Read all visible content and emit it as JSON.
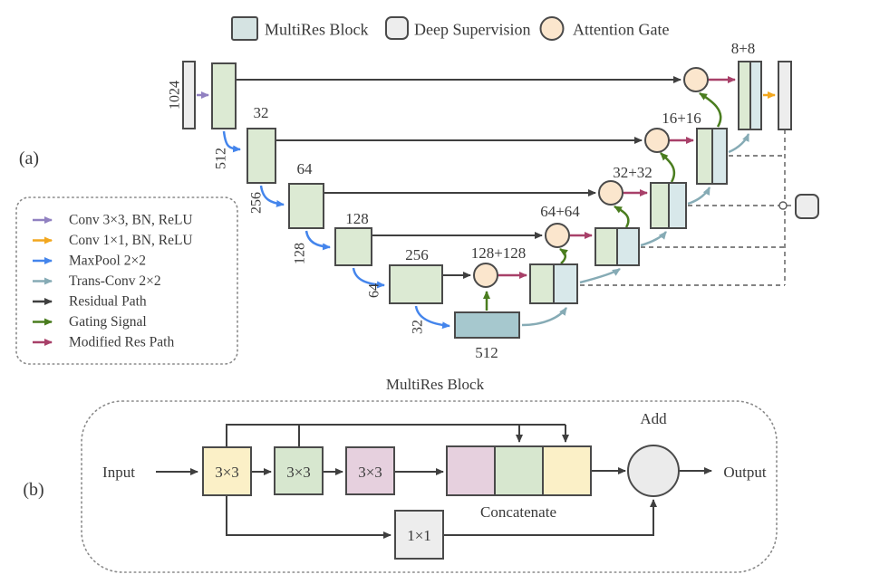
{
  "panel_a_label": "(a)",
  "panel_b_label": "(b)",
  "top_legend": {
    "multires_block": "MultiRes Block",
    "deep_supervision": "Deep Supervision",
    "attention_gate": "Attention Gate"
  },
  "arrow_legend": {
    "items": [
      {
        "label": "Conv 3×3, BN, ReLU",
        "color": "#9181c1"
      },
      {
        "label": "Conv 1×1, BN, ReLU",
        "color": "#f2a71f"
      },
      {
        "label": "MaxPool 2×2",
        "color": "#4485ec"
      },
      {
        "label": "Trans-Conv 2×2",
        "color": "#86abb5"
      },
      {
        "label": "Residual Path",
        "color": "#3f3f3f"
      },
      {
        "label": "Gating Signal",
        "color": "#4a7d1f"
      },
      {
        "label": "Modified Res Path",
        "color": "#a84069"
      }
    ]
  },
  "unet": {
    "input_label": "1024",
    "encoder_labels": [
      "32",
      "64",
      "128",
      "256"
    ],
    "pool_labels": [
      "512",
      "256",
      "128",
      "64",
      "32"
    ],
    "bottleneck_label": "512",
    "gate_labels": [
      "128+128",
      "64+64",
      "32+32",
      "16+16",
      "8+8"
    ]
  },
  "block_b": {
    "title": "MultiRes Block",
    "input": "Input",
    "output": "Output",
    "conv3_labels": [
      "3×3",
      "3×3",
      "3×3"
    ],
    "conv1_label": "1×1",
    "concatenate": "Concatenate",
    "add": "Add"
  },
  "colors": {
    "multires_swatch": "#d5e3e2",
    "encoder_block": "#dcead3",
    "decoder_skip_half": "#dcead3",
    "decoder_up_half": "#d8e8ea",
    "bottleneck": "#a6c8ce",
    "attention_gate": "#fbe6cd",
    "deep_supervision": "#ededed",
    "conv3_arrow": "#9181c1",
    "conv1_arrow": "#f2a71f",
    "maxpool_arrow": "#4485ec",
    "transconv_arrow": "#86abb5",
    "residual_arrow": "#3f3f3f",
    "gating_arrow": "#4a7d1f",
    "modified_res_arrow": "#a84069",
    "block_yellow": "#fbf0c7",
    "block_green": "#d7e7cf",
    "block_pink": "#e6d0de"
  }
}
